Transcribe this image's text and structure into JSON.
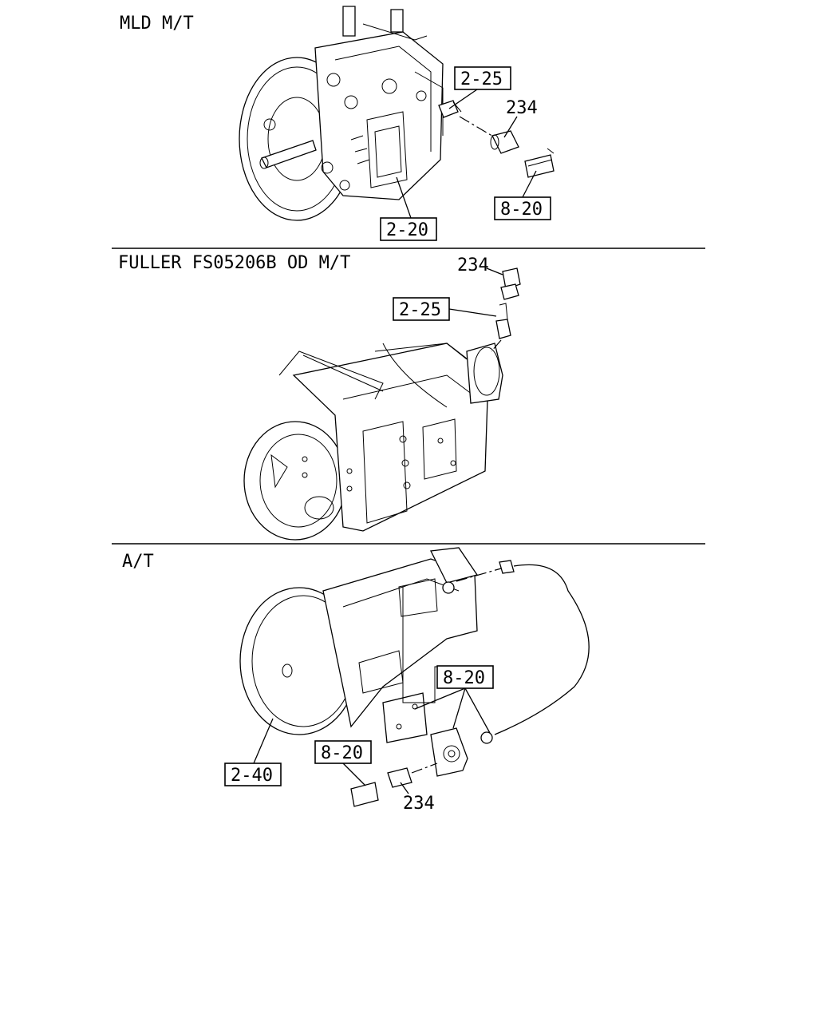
{
  "sections": [
    {
      "title": "MLD M/T",
      "callouts": {
        "a": "2-25",
        "b": "234",
        "c": "8-20",
        "d": "2-20"
      }
    },
    {
      "title": "FULLER FS05206B OD M/T",
      "callouts": {
        "a": "234",
        "b": "2-25"
      }
    },
    {
      "title": "A/T",
      "callouts": {
        "a": "8-20",
        "b": "8-20",
        "c": "2-40",
        "d": "234"
      }
    }
  ]
}
